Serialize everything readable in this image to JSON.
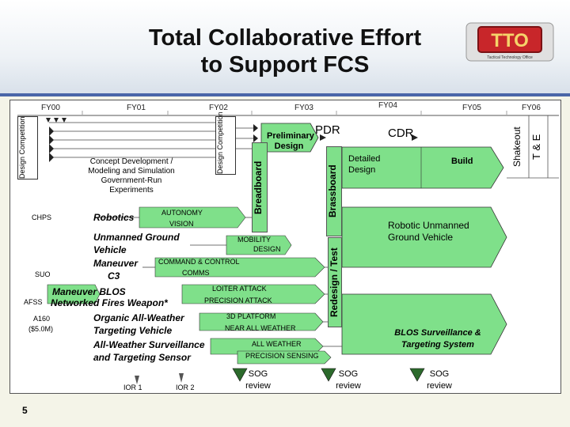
{
  "title_line1": "Total Collaborative Effort",
  "title_line2": "to Support FCS",
  "logo": {
    "text": "TTO",
    "subtitle": "Tactical Technology Office"
  },
  "fiscal_years": [
    "FY00",
    "FY01",
    "FY02",
    "FY03",
    "FY04",
    "FY05",
    "FY06"
  ],
  "phases": {
    "design_competition_1": "Design Competition",
    "design_competition_2": "Design Competition",
    "preliminary_design": "Preliminary Design",
    "pdr": "PDR",
    "cdr": "CDR",
    "detailed_design": "Detailed Design",
    "build": "Build",
    "shakeout": "Shakeout",
    "t_and_e": "T & E",
    "breadboard": "Breadboard",
    "brassboard": "Brassboard",
    "redesign_test": "Redesign / Test",
    "concept_development": "Concept Development / Modeling and Simulation Government-Run Experiments"
  },
  "programs": {
    "chps": "CHPS",
    "suo": "SUO",
    "afss": "AFSS",
    "a160": "A160",
    "a160_budget": "($5.0M)"
  },
  "tech_items": {
    "robotics": "Robotics",
    "unmanned_ground": "Unmanned Ground",
    "vehicle": "Vehicle",
    "maneuver": "Maneuver",
    "c3": "C3",
    "maneuver_blos": "Maneuver BLOS",
    "networked_fires": "Networked Fires Weapon*",
    "organic_allweather": "Organic All-Weather",
    "targeting_vehicle": "Targeting Vehicle",
    "allweather_surveillance": "All-Weather Surveillance",
    "targeting_sensor": "and Targeting Sensor"
  },
  "capabilities": {
    "autonomy": "AUTONOMY",
    "vision": "VISION",
    "mobility": "MOBILITY",
    "design": "DESIGN",
    "command_control": "COMMAND & CONTROL",
    "comms": "COMMS",
    "loiter_attack": "LOITER ATTACK",
    "precision_attack": "PRECISION ATTACK",
    "platform_3d": "3D PLATFORM",
    "near_all_weather": "NEAR ALL WEATHER",
    "all_weather": "ALL WEATHER",
    "precision_sensing": "PRECISION SENSING"
  },
  "outcomes": {
    "robotic_ugv": "Robotic Unmanned Ground Vehicle",
    "blos_surveillance": "BLOS Surveillance & Targeting System"
  },
  "milestones": {
    "ior1": "IOR 1",
    "ior2": "IOR 2",
    "sog_review": "SOG review"
  },
  "page_number": "5",
  "colors": {
    "accent_green": "#7fe08a",
    "header_rule": "#4a66a8",
    "panel_bg": "#ffffff"
  }
}
